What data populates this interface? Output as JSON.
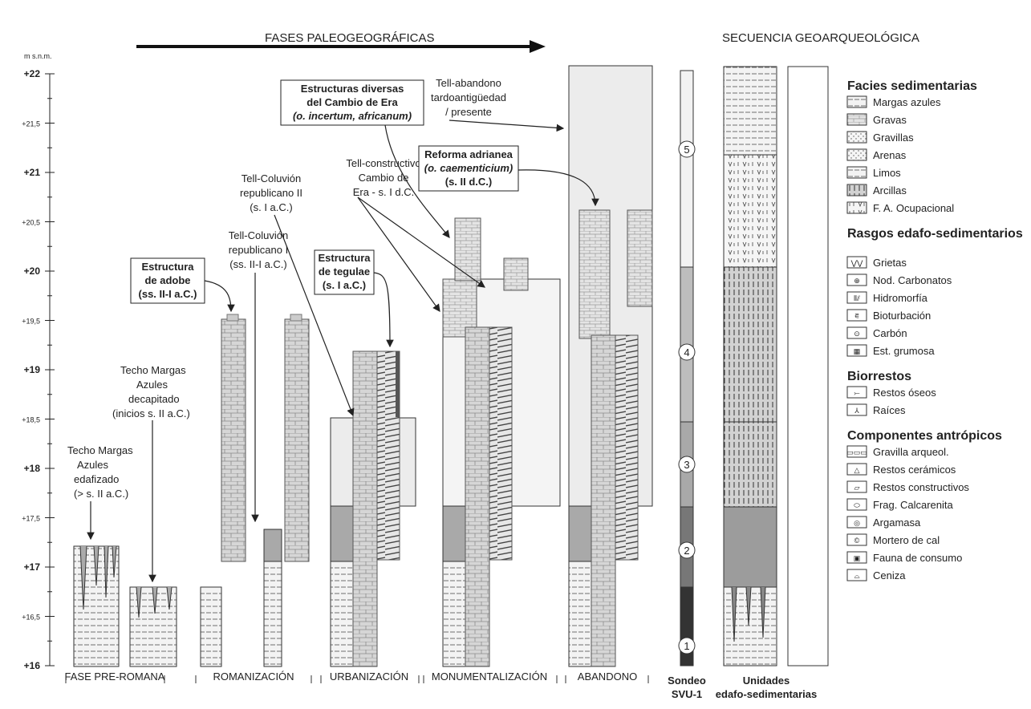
{
  "titles": {
    "phases_title": "FASES PALEOGEOGRÁFICAS",
    "sequence_title": "SECUENCIA GEOARQUEOLÓGICA",
    "y_unit": "m s.n.m."
  },
  "axis": {
    "ticks": [
      "+22",
      "+21,5",
      "+21",
      "+20,5",
      "+20",
      "+19,5",
      "+19",
      "+18,5",
      "+18",
      "+17,5",
      "+17",
      "+16,5",
      "+16"
    ]
  },
  "phases": [
    "FASE PRE-ROMANA",
    "ROMANIZACIÓN",
    "URBANIZACIÓN",
    "MONUMENTALIZACIÓN",
    "ABANDONO"
  ],
  "annotations": {
    "techo_edafizado": [
      "Techo Margas",
      "Azules",
      "edafizado",
      "(> s. II a.C.)"
    ],
    "techo_decapitado": [
      "Techo Margas",
      "Azules",
      "decapitado",
      "(inicios s. II a.C.)"
    ],
    "estructura_adobe": [
      "Estructura",
      "de adobe",
      "(ss. II-I a.C.)"
    ],
    "coluvion_1": [
      "Tell-Coluvión",
      "republicano I",
      "(ss. II-I a.C.)"
    ],
    "coluvion_2": [
      "Tell-Coluvión",
      "republicano II",
      "(s. I a.C.)"
    ],
    "estructura_tegulae": [
      "Estructura",
      "de tegulae",
      "(s. I a.C.)"
    ],
    "tell_constructivo": [
      "Tell-constructivo",
      "Cambio de",
      "Era - s. I d.C."
    ],
    "estructuras_diversas": [
      "Estructuras diversas",
      "del Cambio de Era",
      "(o. incertum, africanum)"
    ],
    "tell_abandono": [
      "Tell-abandono",
      "tardoantigüedad",
      "/ presente"
    ],
    "reforma_adrianea": [
      "Reforma adrianea",
      "(o. caementicium)",
      "(s. II d.C.)"
    ]
  },
  "core": {
    "units": [
      "5",
      "4",
      "3",
      "2",
      "1"
    ],
    "label_1": "Sondeo",
    "label_2": "SVU-1",
    "units_label_1": "Unidades",
    "units_label_2": "edafo-sedimentarias"
  },
  "legend": {
    "sections": [
      {
        "title": "Facies sedimentarias",
        "items": [
          "Margas azules",
          "Gravas",
          "Gravillas",
          "Arenas",
          "Limos",
          "Arcillas",
          "F. A. Ocupacional"
        ]
      },
      {
        "title": "Rasgos edafo-sedimentarios",
        "items": [
          "Grietas",
          "Nod. Carbonatos",
          "Hidromorfía",
          "Bioturbación",
          "Carbón",
          "Est. grumosa"
        ]
      },
      {
        "title": "Biorrestos",
        "items": [
          "Restos óseos",
          "Raíces"
        ]
      },
      {
        "title": "Componentes antrópicos",
        "items": [
          "Gravilla arqueol.",
          "Restos cerámicos",
          "Restos constructivos",
          "Frag. Calcarenita",
          "Argamasa",
          "Mortero de cal",
          "Fauna de consumo",
          "Ceniza"
        ]
      }
    ]
  },
  "colors": {
    "light_fill": "#ececec",
    "mid_fill": "#d6d6d6",
    "dark_fill": "#a9a9a9",
    "core_dark": "#333333",
    "line": "#333333"
  }
}
